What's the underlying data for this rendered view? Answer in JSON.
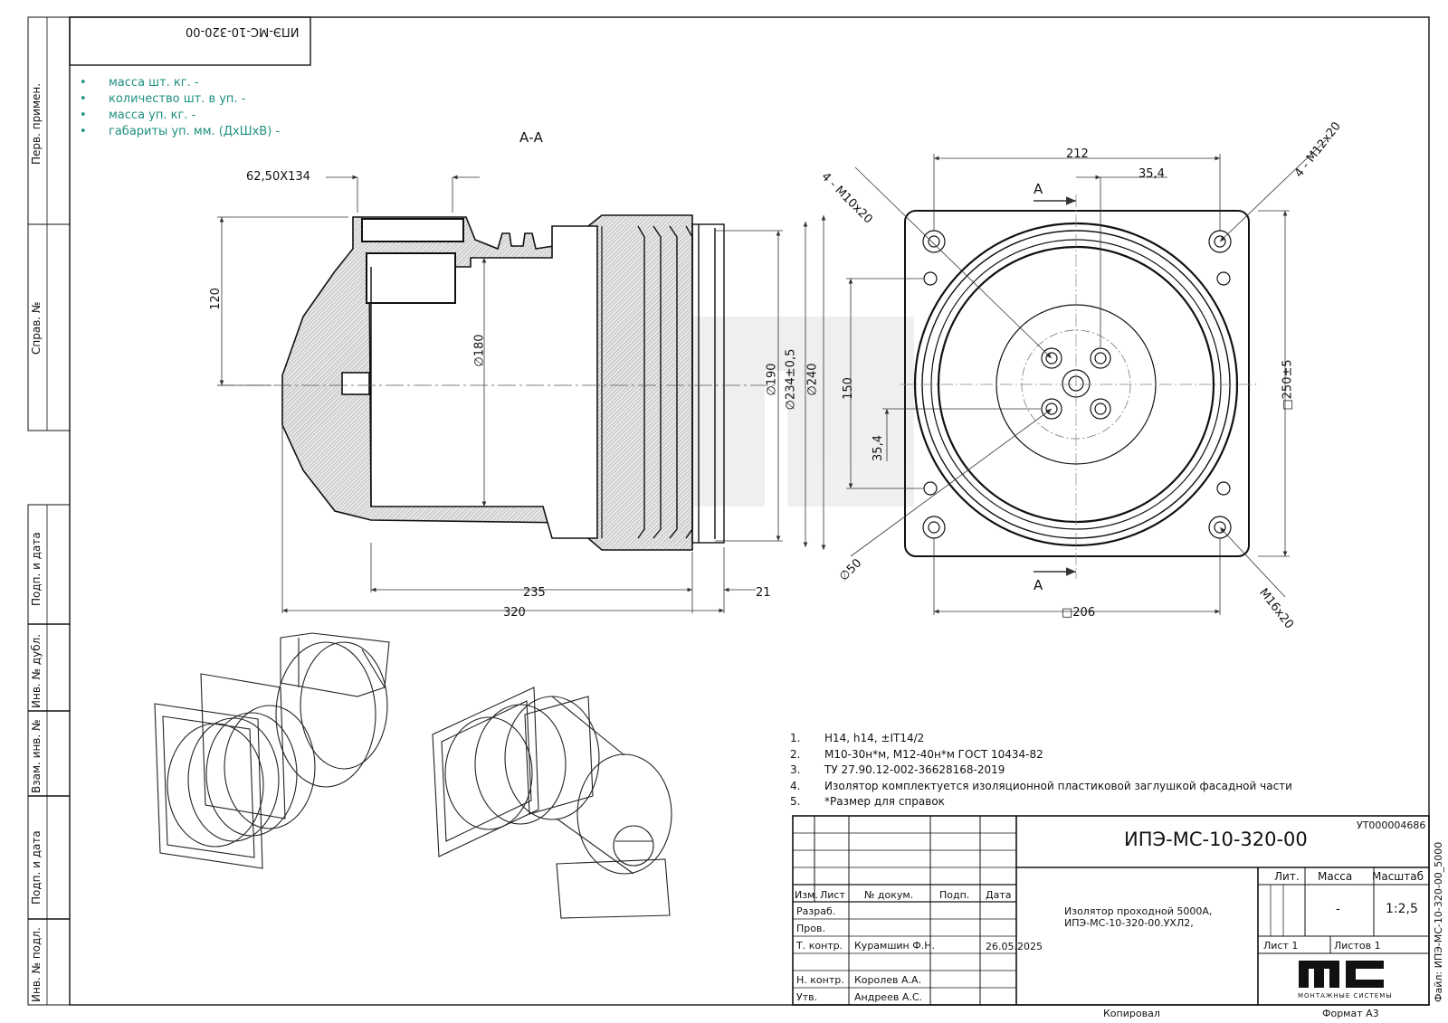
{
  "stamp_mirrored": "ИПЭ-МС-10-320-00",
  "left_strip": {
    "perv_primen": "Перв. примен.",
    "sprav_no": "Справ. №",
    "podp_data_1": "Подп. и дата",
    "inv_dubl": "Инв. № дубл.",
    "vzam_inv": "Взам. инв. №",
    "podp_data_2": "Подп. и дата",
    "inv_podl": "Инв. № подл."
  },
  "package_info": [
    "масса шт. кг. -",
    "количество шт. в уп. -",
    "масса уп. кг. -",
    "габариты уп. мм. (ДхШхВ) -"
  ],
  "section_label": "А-А",
  "section_dims": {
    "flange": "62,50X134",
    "h120": "120",
    "d180": "∅180",
    "d190": "∅190",
    "d234": "∅234±0,5",
    "d240": "∅240",
    "l235": "235",
    "l21": "21",
    "l320": "320"
  },
  "front_dims": {
    "w212": "212",
    "off35_top": "35,4",
    "m10": "4 - M10x20",
    "m12": "4 - M12x20",
    "h150": "150",
    "off35_left": "35,4",
    "sq250": "□250±5",
    "sq206": "□206",
    "d50": "∅50",
    "m16": "M16x20",
    "cut_a_top": "А",
    "cut_a_bottom": "А"
  },
  "notes": [
    {
      "n": "1.",
      "text": "H14, h14, ±IT14/2"
    },
    {
      "n": "2.",
      "text": "М10-30н*м, М12-40н*м ГОСТ 10434-82"
    },
    {
      "n": "3.",
      "text": "ТУ 27.90.12-002-36628168-2019"
    },
    {
      "n": "4.",
      "text": "Изолятор комплектуется изоляционной пластиковой заглушкой фасадной части"
    },
    {
      "n": "5.",
      "text": "*Размер для справок"
    }
  ],
  "title_block": {
    "code_small": "УТ000004686",
    "designation": "ИПЭ-МС-10-320-00",
    "name_line1": "Изолятор проходной 5000А,",
    "name_line2": "ИПЭ-МС-10-320-00.УХЛ2,",
    "lit": "Лит.",
    "massa": "Масса",
    "masshtab": "Масштаб",
    "massa_val": "-",
    "scale_val": "1:2,5",
    "list": "Лист 1",
    "listov": "Листов 1",
    "col_izm": "Изм.",
    "col_list": "Лист",
    "col_dokum": "№ докум.",
    "col_podp": "Подп.",
    "col_data": "Дата",
    "razrab": "Разраб.",
    "prov": "Пров.",
    "tkontr": "Т. контр.",
    "nkontr": "Н. контр.",
    "utv": "Утв.",
    "tkontr_name": "Курамшин Ф.Н.",
    "tkontr_date": "26.05.2025",
    "nkontr_name": "Королев А.А.",
    "utv_name": "Андреев А.С.",
    "kopiroval": "Копировал",
    "format": "Формат А3",
    "file": "Файл: ИПЭ-МС-10-320-00_5000",
    "logo_sub": "МОНТАЖНЫЕ СИСТЕМЫ"
  }
}
